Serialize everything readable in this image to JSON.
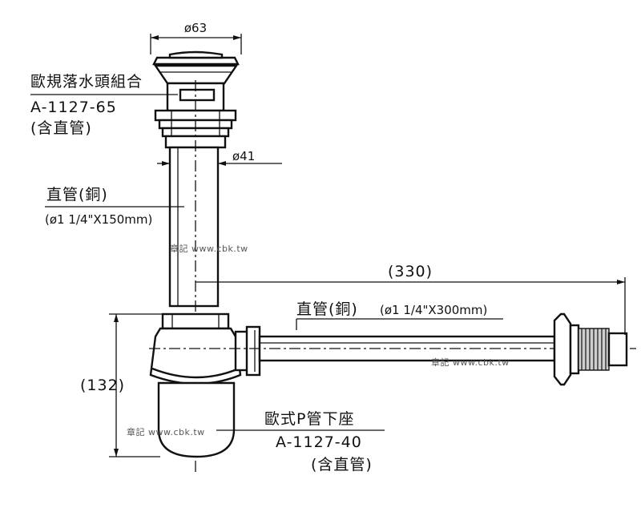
{
  "title": "",
  "dimensions": {
    "top_diameter": "ø63",
    "pipe_diameter": "ø41",
    "horizontal_length": "(330)",
    "trap_height": "(132)"
  },
  "labels": {
    "waste_head": {
      "name": "歐規落水頭組合",
      "model": "A-1127-65",
      "note": "(含直管)"
    },
    "vertical_pipe": {
      "name": "直管(銅)",
      "spec": "(ø1 1/4\"X150mm)"
    },
    "horizontal_pipe": {
      "name": "直管(銅)",
      "spec": "(ø1 1/4\"X300mm)"
    },
    "p_trap": {
      "name": "歐式P管下座",
      "model": "A-1127-40",
      "note": "(含直管)"
    }
  },
  "watermark": "章記 www.cbk.tw"
}
